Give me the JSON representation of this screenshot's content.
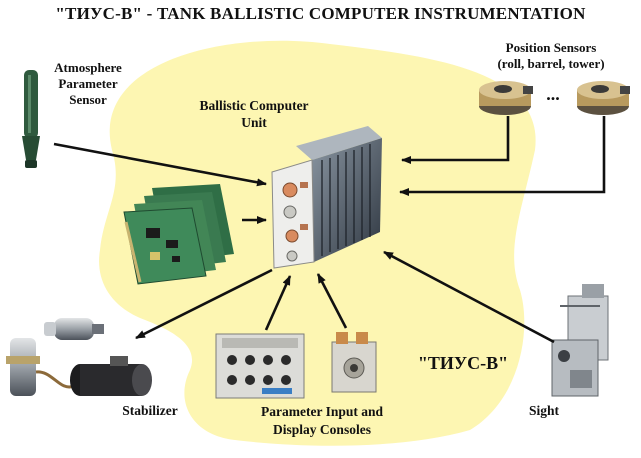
{
  "title": "\"ТИУС-В\" - TANK BALLISTIC COMPUTER INSTRUMENTATION",
  "labels": {
    "atmosphere_sensor": [
      "Atmosphere",
      "Parameter",
      "Sensor"
    ],
    "ballistic_unit": [
      "Ballistic Computer",
      "Unit"
    ],
    "position_sensors": [
      "Position Sensors",
      "(roll, barrel, tower)"
    ],
    "stabilizer": "Stabilizer",
    "consoles": [
      "Parameter Input and",
      "Display Consoles"
    ],
    "sight": "Sight",
    "system_name": "\"ТИУС-В\"",
    "ellipsis": "..."
  },
  "colors": {
    "highlight": "#fdf6b2",
    "arrow": "#111111",
    "metal_dark": "#3a4450",
    "metal_light": "#cfd3d6",
    "pcb_green": "#3f8a5a",
    "sensor_green": "#2f5a3e",
    "brass": "#b89a5e"
  }
}
